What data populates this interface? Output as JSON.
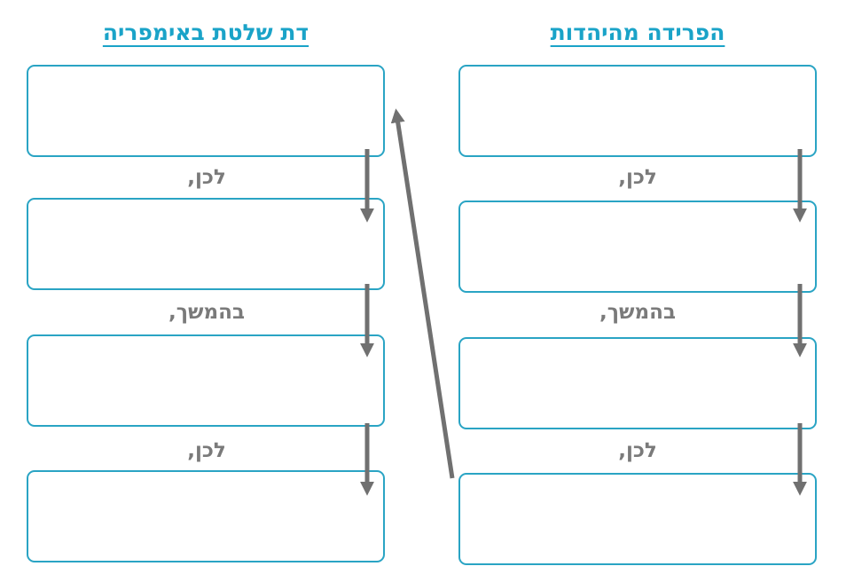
{
  "columns": {
    "right": {
      "title": "הפרידה מהיהדות",
      "connectors": [
        "לכן,",
        "בהמשך,",
        "לכן,"
      ]
    },
    "left": {
      "title": "דת שלטת באימפריה",
      "connectors": [
        "לכן,",
        "בהמשך,",
        "לכן,"
      ]
    }
  },
  "colors": {
    "title": "#1aa3c8",
    "box_border": "#2aa4c4",
    "arrow": "#707070",
    "connector_text": "#7a7a7a"
  }
}
